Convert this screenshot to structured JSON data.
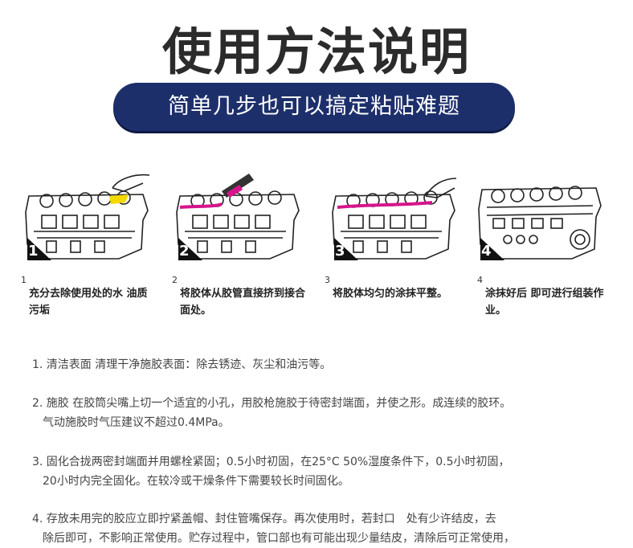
{
  "header": {
    "title": "使用方法说明",
    "banner": "简单几步也可以搞定粘贴难题"
  },
  "steps": [
    {
      "number": "1",
      "badge": "1",
      "caption": "充分去除使用处的水 油质污垢"
    },
    {
      "number": "2",
      "badge": "2",
      "caption": "将胶体从胶管直接挤到接合面处。"
    },
    {
      "number": "3",
      "badge": "3",
      "caption": "将胶体均匀的涂抹平整。"
    },
    {
      "number": "4",
      "badge": "4",
      "caption": "涂抹好后 即可进行组装作业。"
    }
  ],
  "instructions": [
    {
      "line1": "1. 清洁表面 清理干净施胶表面：除去锈迹、灰尘和油污等。",
      "line2": ""
    },
    {
      "line1": "2. 施胶 在胶筒尖嘴上切一个适宜的小孔，用胶枪施胶于待密封端面，并使之形。成连续的胶环。",
      "line2": "气动施胶时气压建议不超过0.4MPa。"
    },
    {
      "line1": "3. 固化合拢两密封端面并用螺栓紧固；0.5小时初固，在25°C 50%湿度条件下，0.5小时初固，",
      "line2": "20小时内完全固化。在较冷或干燥条件下需要较长时间固化。"
    },
    {
      "line1": "4. 存放未用完的胶应立即拧紧盖帽、封住管嘴保存。再次使用时，若封口　处有少许结皮，去",
      "line2": "除后即可，不影响正常使用。贮存过程中，管口部也有可能出现少量结皮，清除后可正常使用，"
    }
  ],
  "colors": {
    "banner": "#1d2f6b",
    "glue": "#d6148c",
    "highlight": "#f5d800"
  }
}
